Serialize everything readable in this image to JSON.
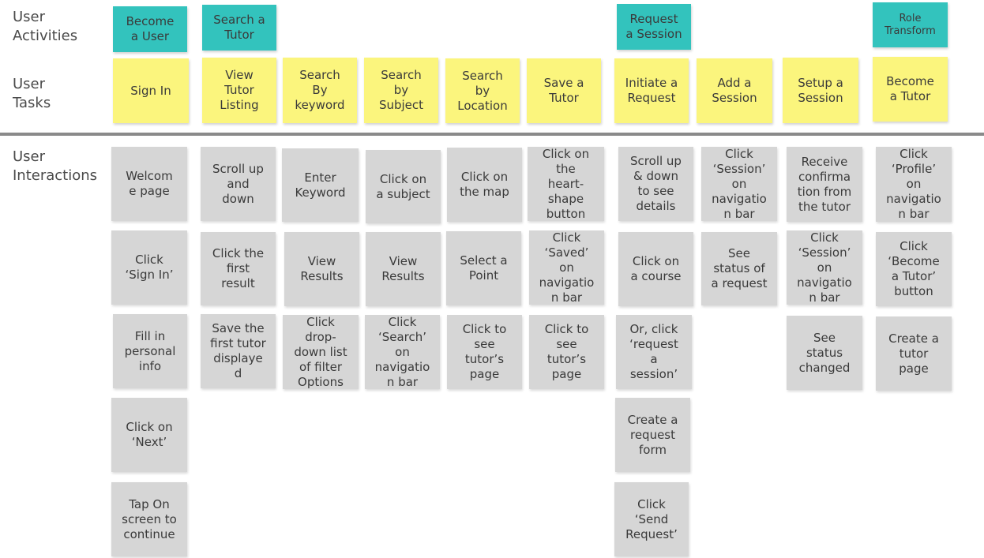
{
  "rows": {
    "activities": "User\nActivities",
    "tasks": "User\nTasks",
    "interactions": "User\nInteractions"
  },
  "activities": [
    "Become\na User",
    "Search a\nTutor",
    "Request\na Session",
    "Role\nTransform"
  ],
  "tasks": [
    "Sign In",
    "View\nTutor\nListing",
    "Search\nBy\nkeyword",
    "Search\nby\nSubject",
    "Search\nby\nLocation",
    "Save a\nTutor",
    "Initiate a\nRequest",
    "Add a\nSession",
    "Setup a\nSession",
    "Become\na Tutor"
  ],
  "interactions": {
    "sign_in": [
      "Welcom\ne page",
      "Click\n‘Sign In’",
      "Fill in\npersonal\ninfo",
      "Click on\n‘Next’",
      "Tap On\nscreen to\ncontinue"
    ],
    "view_listing": [
      "Scroll up\nand\ndown",
      "Click the\nfirst\nresult",
      "Save the\nfirst tutor\ndisplaye\nd"
    ],
    "keyword": [
      "Enter\nKeyword",
      "View\nResults",
      "Click\ndrop-\ndown list\nof filter\nOptions"
    ],
    "subject": [
      "Click on\na subject",
      "View\nResults",
      "Click\n‘Search’\non\nnavigatio\nn bar"
    ],
    "location": [
      "Click on\nthe map",
      "Select a\nPoint",
      "Click to\nsee\ntutor’s\npage"
    ],
    "save": [
      "Click on\nthe\nheart-\nshape\nbutton",
      "Click\n‘Saved’\non\nnavigatio\nn bar",
      "Click to\nsee\ntutor’s\npage"
    ],
    "request": [
      "Scroll up\n& down\nto see\ndetails",
      "Click on\na course",
      "Or, click\n‘request\na\nsession’",
      "Create a\nrequest\nform",
      "Click\n‘Send\nRequest’"
    ],
    "add_session": [
      "Click\n‘Session’\non\nnavigatio\nn bar",
      "See\nstatus of\na request"
    ],
    "setup_session": [
      "Receive\nconfirma\ntion from\nthe tutor",
      "Click\n‘Session’\non\nnavigatio\nn bar",
      "See\nstatus\nchanged"
    ],
    "become_tutor": [
      "Click\n‘Profile’\non\nnavigatio\nn bar",
      "Click\n‘Become\na Tutor’\nbutton",
      "Create a\ntutor\npage"
    ]
  },
  "colors": {
    "activity": "#33c3bd",
    "task": "#fbf57d",
    "interaction": "#d6d6d6",
    "divider": "#8a8a8a"
  }
}
